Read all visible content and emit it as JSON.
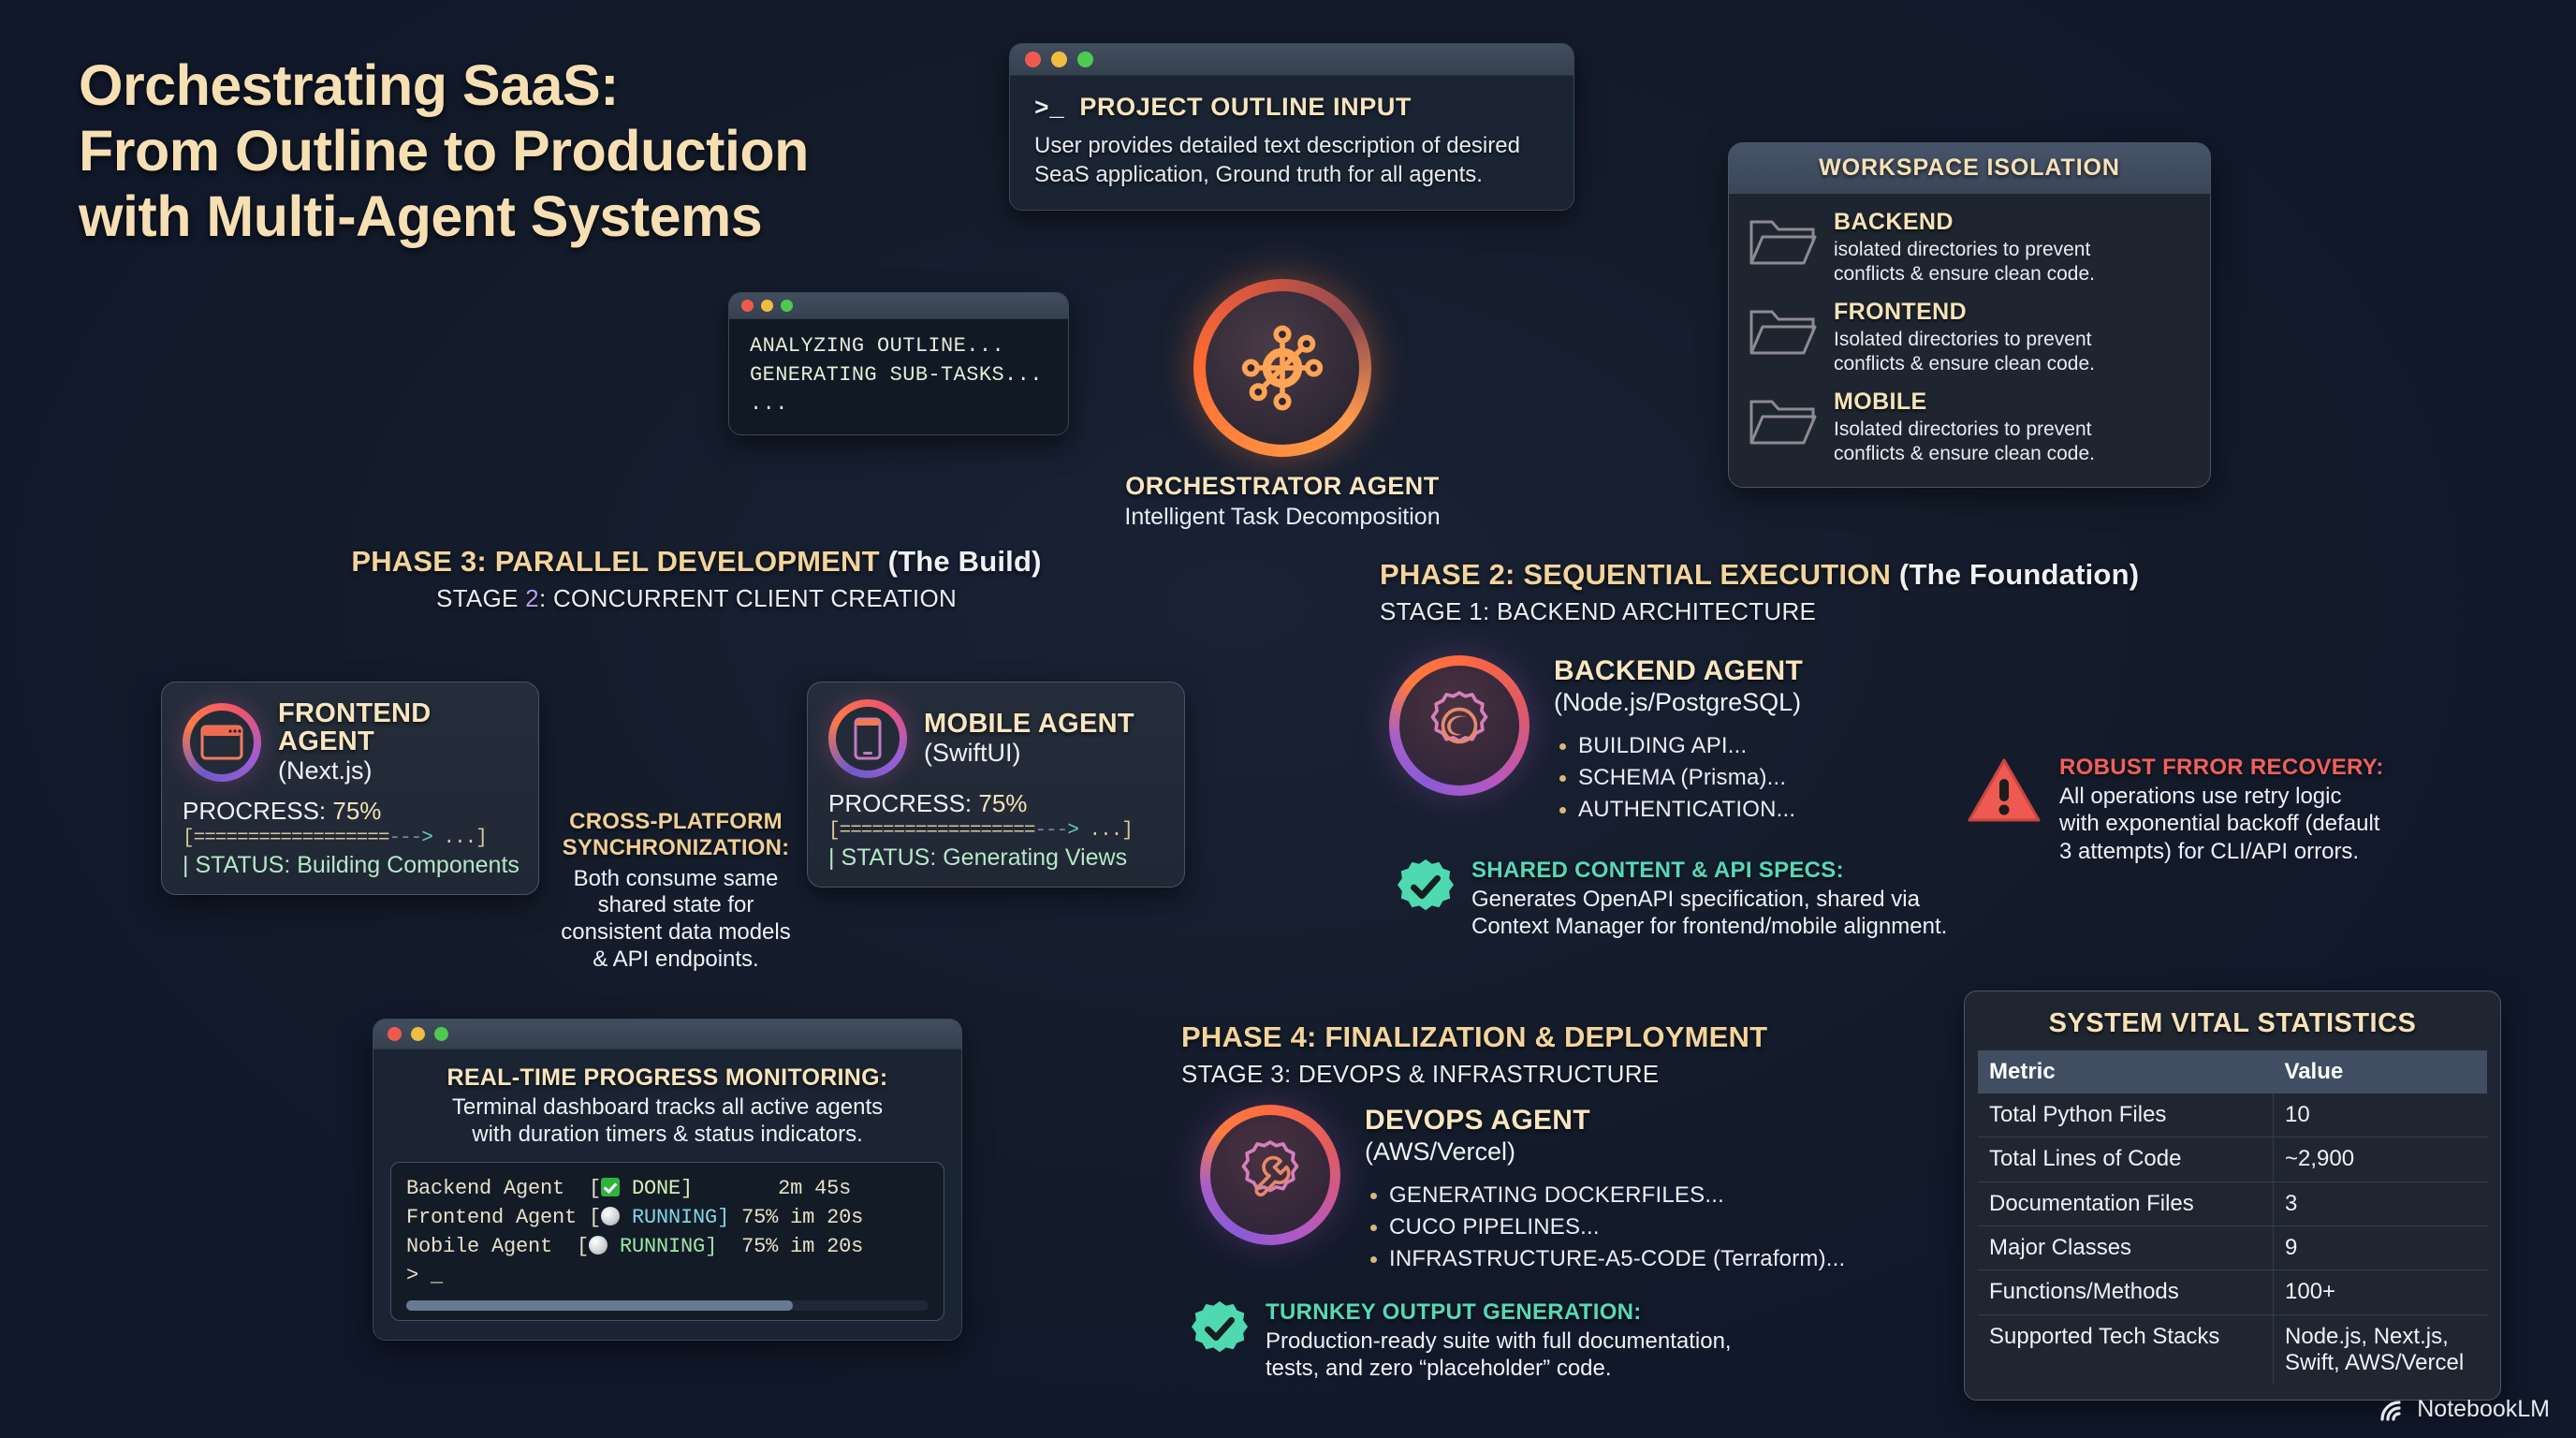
{
  "title": {
    "line1": "Orchestrating SaaS:",
    "line2": "From Outline to Production",
    "line3": "with Multi-Agent Systems"
  },
  "outline_card": {
    "prompt": ">_",
    "heading": "PROJECT OUTLINE INPUT",
    "desc_line1": "User provides detailed text description of desired",
    "desc_line2": "SeaS application, Ground truth for all agents."
  },
  "analyze_terminal": {
    "line1": "ANALYZING OUTLINE...",
    "line2": "GENERATING SUB-TASKS...",
    "line3": "..."
  },
  "orchestrator": {
    "title": "ORCHESTRATOR AGENT",
    "subtitle": "Intelligent Task Decomposition"
  },
  "workspace": {
    "heading": "WORKSPACE ISOLATION",
    "items": [
      {
        "name": "BACKEND",
        "desc_line1": "isolated directories to prevent",
        "desc_line2": "conflicts & ensure clean code."
      },
      {
        "name": "FRONTEND",
        "desc_line1": "Isolated directories to prevent",
        "desc_line2": "conflicts & ensure clean code."
      },
      {
        "name": "MOBILE",
        "desc_line1": "Isolated directories to prevent",
        "desc_line2": "conflicts & ensure clean code."
      }
    ]
  },
  "phase3": {
    "title_main": "PHASE 3: PARALLEL DEVELOPMENT",
    "title_paren": "(The Build)",
    "stage_prefix": "STAGE ",
    "stage_num": "2",
    "stage_rest": ": CONCURRENT CLIENT CREATION"
  },
  "phase2": {
    "title_main": "PHASE 2: SEQUENTIAL EXECUTION",
    "title_paren": "(The Foundation)",
    "stage_prefix": "STAGE ",
    "stage_num": "1",
    "stage_rest": ": BACKEND ARCHITECTURE"
  },
  "phase4": {
    "title_main": "PHASE 4: FINALIZATION & DEPLOYMENT",
    "title_paren": "",
    "stage_prefix": "STAGE ",
    "stage_num": "3",
    "stage_rest": ": DEVOPS & INFRASTRUCTURE"
  },
  "frontend_agent": {
    "name": "FRONTEND AGENT",
    "tech": "(Next.js)",
    "progress_label": "PROCRESS: ",
    "progress_value": "75%",
    "bar_filled": "[==================",
    "bar_empty": "---",
    "bar_gt": ">",
    "bar_tail": " ...]",
    "status": "| STATUS: Building Components"
  },
  "mobile_agent": {
    "name": "MOBILE AGENT",
    "tech": "(SwiftUI)",
    "progress_label": "PROCRESS: ",
    "progress_value": "75%",
    "bar_filled": "[==================",
    "bar_empty": "---",
    "bar_gt": ">",
    "bar_tail": " ...]",
    "status": "| STATUS: Generating Views"
  },
  "cross_platform": {
    "title_line1": "CROSS-PLATFORM",
    "title_line2": "SYNCHRONIZATION:",
    "body_line1": "Both consume same",
    "body_line2": "shared state for",
    "body_line3": "consistent data models",
    "body_line4": "& API endpoints."
  },
  "backend_agent": {
    "name": "BACKEND AGENT",
    "tech": "(Node.js/PostgreSQL)",
    "tasks": [
      "BUILDING API...",
      "SCHEMA (Prisma)...",
      "AUTHENTICATION..."
    ]
  },
  "devops_agent": {
    "name": "DEVOPS AGENT",
    "tech": "(AWS/Vercel)",
    "tasks": [
      "GENERATING DOCKERFILES...",
      "CUCO PIPELINES...",
      "INFRASTRUCTURE-A5-CODE (Terraform)..."
    ]
  },
  "shared_context": {
    "title": "SHARED CONTENT & API SPECS:",
    "body_line1": "Generates OpenAPI specification, shared via",
    "body_line2": "Context Manager for frontend/mobile alignment."
  },
  "error_recovery": {
    "title": "ROBUST FRROR RECOVERY:",
    "body_line1": "All operations use retry logic",
    "body_line2": "with exponential backoff (default",
    "body_line3": "3 attempts) for CLI/API orrors."
  },
  "turnkey": {
    "title": "TURNKEY OUTPUT GENERATION:",
    "body_line1": "Production-ready suite with full documentation,",
    "body_line2": "tests, and zero “placeholder” code."
  },
  "monitor": {
    "title": "REAL-TIME PROGRESS MONITORING:",
    "desc_line1": "Terminal dashboard tracks all active agents",
    "desc_line2": "with duration timers & status indicators.",
    "rows": [
      {
        "agent": "Backend Agent  [",
        "status": " DONE]",
        "trail": "       2m 45s",
        "state": "done"
      },
      {
        "agent": "Frontend Agent [",
        "status": " RUNNING]",
        "trail": " 75% im 20s",
        "state": "running-a"
      },
      {
        "agent": "Nobile Agent  [",
        "status": " RUNNING]",
        "trail": "  75% im 20s",
        "state": "running-b"
      }
    ],
    "prompt": "> _"
  },
  "stats": {
    "title": "SYSTEM VITAL STATISTICS",
    "columns": [
      "Metric",
      "Value"
    ],
    "rows": [
      [
        "Total Python Files",
        "10"
      ],
      [
        "Total Lines of Code",
        "~2,900"
      ],
      [
        "Documentation Files",
        "3"
      ],
      [
        "Major Classes",
        "9"
      ],
      [
        "Functions/Methods",
        "100+"
      ],
      [
        "Supported Tech Stacks",
        "Node.js, Next.js,\nSwift, AWS/Vercel"
      ]
    ]
  },
  "footer": {
    "brand": "NotebookLM"
  },
  "colors": {
    "background": "#141c2b",
    "gold": "#f3d49b",
    "cream": "#f7e6bf",
    "teal": "#56d9b5",
    "red": "#f0605a",
    "purple": "#b59ce8",
    "orange": "#ff7a3d"
  }
}
